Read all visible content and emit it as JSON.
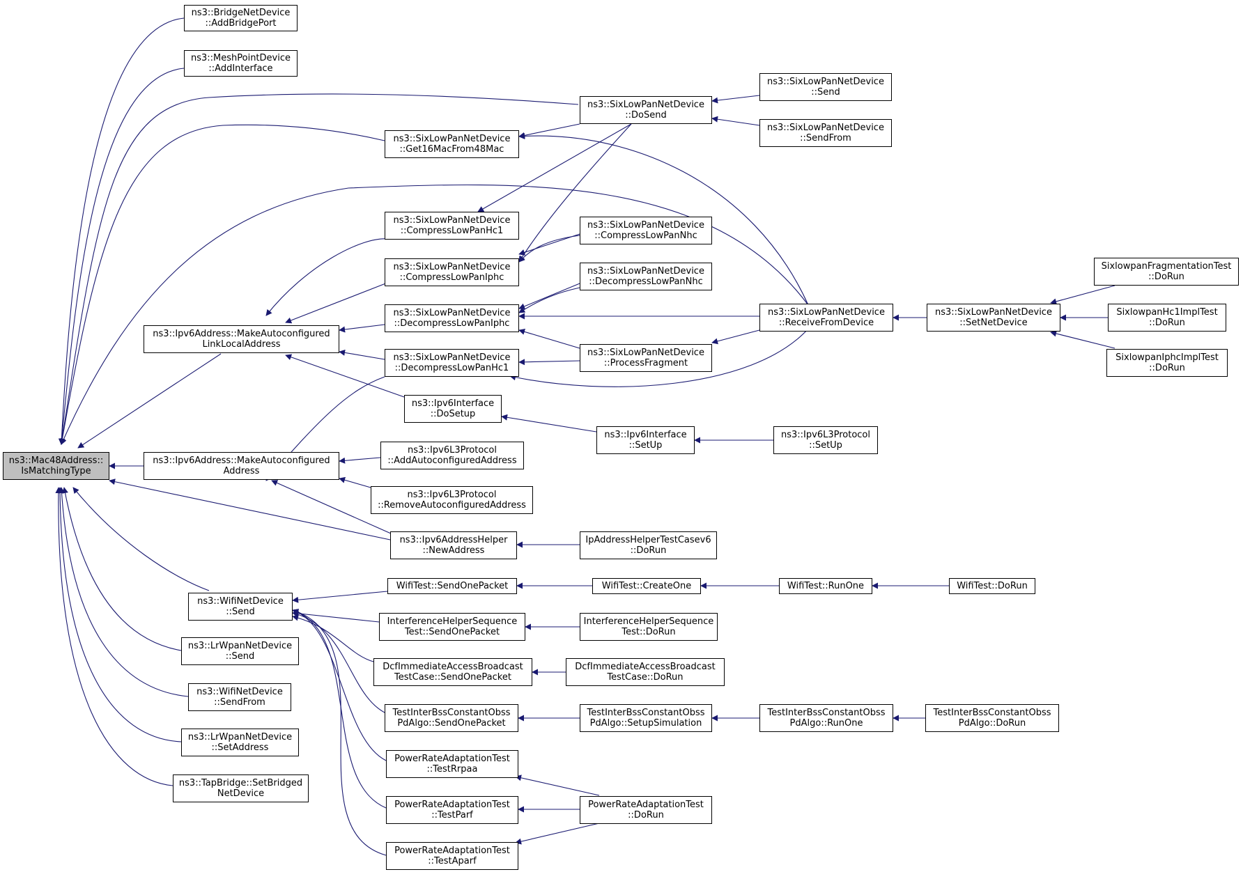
{
  "colors": {
    "edge": "#191970",
    "root_fill": "#bfbfbf",
    "node_fill": "#ffffff",
    "border": "#000000"
  },
  "nodes": {
    "root": {
      "l1": "ns3::Mac48Address::",
      "l2": "IsMatchingType"
    },
    "addBridge": {
      "l1": "ns3::BridgeNetDevice",
      "l2": "::AddBridgePort"
    },
    "addIface": {
      "l1": "ns3::MeshPointDevice",
      "l2": "::AddInterface"
    },
    "doSend": {
      "l1": "ns3::SixLowPanNetDevice",
      "l2": "::DoSend"
    },
    "send6": {
      "l1": "ns3::SixLowPanNetDevice",
      "l2": "::Send"
    },
    "sendFrom6": {
      "l1": "ns3::SixLowPanNetDevice",
      "l2": "::SendFrom"
    },
    "get16": {
      "l1": "ns3::SixLowPanNetDevice",
      "l2": "::Get16MacFrom48Mac"
    },
    "cHc1": {
      "l1": "ns3::SixLowPanNetDevice",
      "l2": "::CompressLowPanHc1"
    },
    "cNhc": {
      "l1": "ns3::SixLowPanNetDevice",
      "l2": "::CompressLowPanNhc"
    },
    "cIphc": {
      "l1": "ns3::SixLowPanNetDevice",
      "l2": "::CompressLowPanIphc"
    },
    "dNhc": {
      "l1": "ns3::SixLowPanNetDevice",
      "l2": "::DecompressLowPanNhc"
    },
    "mkLL": {
      "l1": "ns3::Ipv6Address::MakeAutoconfigured",
      "l2": "LinkLocalAddress"
    },
    "dIphc": {
      "l1": "ns3::SixLowPanNetDevice",
      "l2": "::DecompressLowPanIphc"
    },
    "recv": {
      "l1": "ns3::SixLowPanNetDevice",
      "l2": "::ReceiveFromDevice"
    },
    "setNet": {
      "l1": "ns3::SixLowPanNetDevice",
      "l2": "::SetNetDevice"
    },
    "fragTest": {
      "l1": "SixlowpanFragmentationTest",
      "l2": "::DoRun"
    },
    "hc1Test": {
      "l1": "SixlowpanHc1ImplTest",
      "l2": "::DoRun"
    },
    "iphcTest": {
      "l1": "SixlowpanIphcImplTest",
      "l2": "::DoRun"
    },
    "dHc1": {
      "l1": "ns3::SixLowPanNetDevice",
      "l2": "::DecompressLowPanHc1"
    },
    "procFrag": {
      "l1": "ns3::SixLowPanNetDevice",
      "l2": "::ProcessFragment"
    },
    "doSetup": {
      "l1": "ns3::Ipv6Interface",
      "l2": "::DoSetup"
    },
    "ifSetUp": {
      "l1": "ns3::Ipv6Interface",
      "l2": "::SetUp"
    },
    "l3SetUp": {
      "l1": "ns3::Ipv6L3Protocol",
      "l2": "::SetUp"
    },
    "mkAddr": {
      "l1": "ns3::Ipv6Address::MakeAutoconfigured",
      "l2": "Address"
    },
    "addAuto": {
      "l1": "ns3::Ipv6L3Protocol",
      "l2": "::AddAutoconfiguredAddress"
    },
    "remAuto": {
      "l1": "ns3::Ipv6L3Protocol",
      "l2": "::RemoveAutoconfiguredAddress"
    },
    "newAddr": {
      "l1": "ns3::Ipv6AddressHelper",
      "l2": "::NewAddress"
    },
    "ipTest": {
      "l1": "IpAddressHelperTestCasev6",
      "l2": "::DoRun"
    },
    "wifiSend": {
      "l1": "ns3::WifiNetDevice",
      "l2": "::Send"
    },
    "sendOne": {
      "l1": "WifiTest::SendOnePacket",
      "l2": ""
    },
    "createOne": {
      "l1": "WifiTest::CreateOne",
      "l2": ""
    },
    "runOne": {
      "l1": "WifiTest::RunOne",
      "l2": ""
    },
    "wifiRun": {
      "l1": "WifiTest::DoRun",
      "l2": ""
    },
    "ihSend": {
      "l1": "InterferenceHelperSequence",
      "l2": "Test::SendOnePacket"
    },
    "ihRun": {
      "l1": "InterferenceHelperSequence",
      "l2": "Test::DoRun"
    },
    "lrSend": {
      "l1": "ns3::LrWpanNetDevice",
      "l2": "::Send"
    },
    "dcfSend": {
      "l1": "DcfImmediateAccessBroadcast",
      "l2": "TestCase::SendOnePacket"
    },
    "dcfRun": {
      "l1": "DcfImmediateAccessBroadcast",
      "l2": "TestCase::DoRun"
    },
    "wifiSendFrom": {
      "l1": "ns3::WifiNetDevice",
      "l2": "::SendFrom"
    },
    "tibSend": {
      "l1": "TestInterBssConstantObss",
      "l2": "PdAlgo::SendOnePacket"
    },
    "tibSetup": {
      "l1": "TestInterBssConstantObss",
      "l2": "PdAlgo::SetupSimulation"
    },
    "tibRunOne": {
      "l1": "TestInterBssConstantObss",
      "l2": "PdAlgo::RunOne"
    },
    "tibRun": {
      "l1": "TestInterBssConstantObss",
      "l2": "PdAlgo::DoRun"
    },
    "lrSetAddr": {
      "l1": "ns3::LrWpanNetDevice",
      "l2": "::SetAddress"
    },
    "tapBridge": {
      "l1": "ns3::TapBridge::SetBridged",
      "l2": "NetDevice"
    },
    "rrpaa": {
      "l1": "PowerRateAdaptationTest",
      "l2": "::TestRrpaa"
    },
    "parf": {
      "l1": "PowerRateAdaptationTest",
      "l2": "::TestParf"
    },
    "aparf": {
      "l1": "PowerRateAdaptationTest",
      "l2": "::TestAparf"
    },
    "praRun": {
      "l1": "PowerRateAdaptationTest",
      "l2": "::DoRun"
    }
  }
}
